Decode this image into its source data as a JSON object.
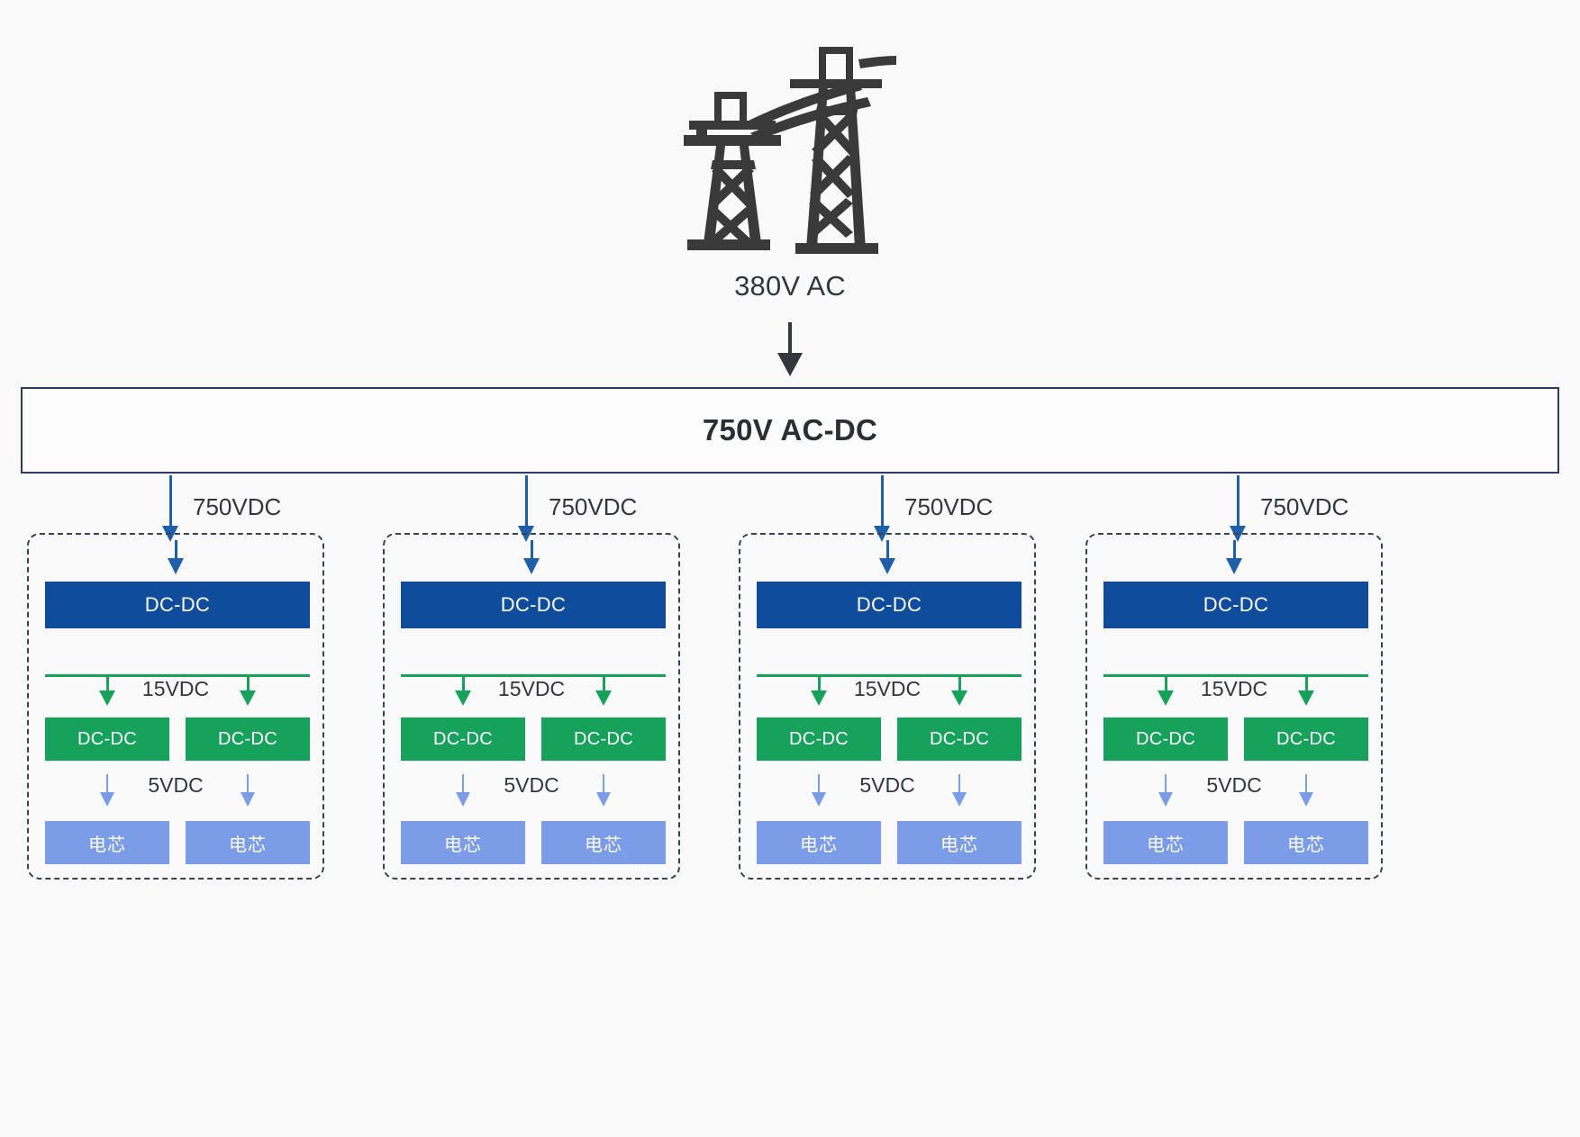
{
  "diagram": {
    "source": {
      "icon": "transmission-tower-icon",
      "label": "380V AC"
    },
    "converter": {
      "label": "750V AC-DC"
    },
    "feeder_label": "750VDC",
    "bus_label_15": "15VDC",
    "bus_label_5": "5VDC",
    "dcdc_label": "DC-DC",
    "cell_label": "电芯",
    "groups": [
      {
        "feeder_label": "750VDC",
        "primary": "DC-DC",
        "bus_voltage": "15VDC",
        "converters": [
          "DC-DC",
          "DC-DC"
        ],
        "cell_voltage": "5VDC",
        "cells": [
          "电芯",
          "电芯"
        ]
      },
      {
        "feeder_label": "750VDC",
        "primary": "DC-DC",
        "bus_voltage": "15VDC",
        "converters": [
          "DC-DC",
          "DC-DC"
        ],
        "cell_voltage": "5VDC",
        "cells": [
          "电芯",
          "电芯"
        ]
      },
      {
        "feeder_label": "750VDC",
        "primary": "DC-DC",
        "bus_voltage": "15VDC",
        "converters": [
          "DC-DC",
          "DC-DC"
        ],
        "cell_voltage": "5VDC",
        "cells": [
          "电芯",
          "电芯"
        ]
      },
      {
        "feeder_label": "750VDC",
        "primary": "DC-DC",
        "bus_voltage": "15VDC",
        "converters": [
          "DC-DC",
          "DC-DC"
        ],
        "cell_voltage": "5VDC",
        "cells": [
          "电芯",
          "电芯"
        ]
      }
    ],
    "colors": {
      "background": "#f9f9f9",
      "tower": "#3a3a3a",
      "converter_border": "#2b3b63",
      "primary_dcdc": "#0f4c9b",
      "secondary_dcdc": "#17a25c",
      "cell": "#7b9de8",
      "arrow_blue": "#1f5fa8",
      "arrow_green": "#17a25c",
      "arrow_light_blue": "#7b9de8",
      "group_border": "#3a4250",
      "text": "#33363a"
    }
  }
}
